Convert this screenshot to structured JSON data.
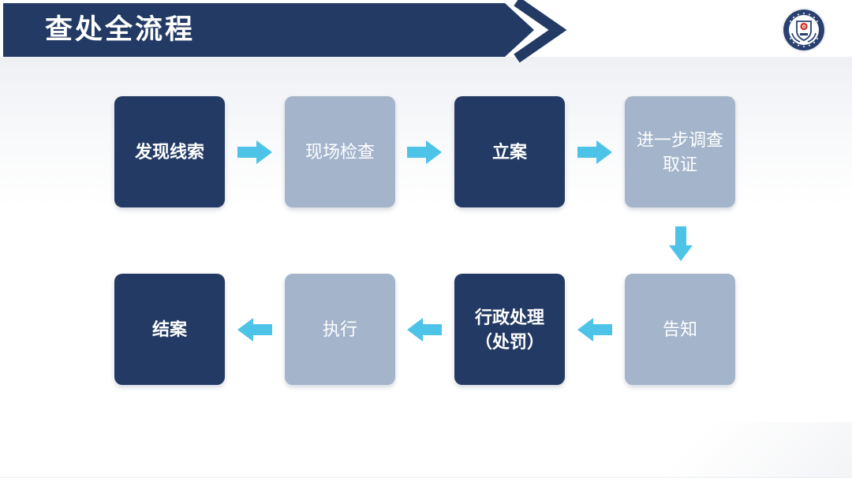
{
  "header": {
    "title": "查处全流程"
  },
  "logo": {
    "name": "market-supervision-agency-badge",
    "ring_color": "#2a4070",
    "emblem_color": "#d43226"
  },
  "flow": {
    "steps": [
      {
        "label": "发现线索",
        "variant": "dark"
      },
      {
        "label": "现场检查",
        "variant": "light"
      },
      {
        "label": "立案",
        "variant": "dark"
      },
      {
        "label": "进一步调查\n取证",
        "variant": "light"
      },
      {
        "label": "告知",
        "variant": "light"
      },
      {
        "label": "行政处理\n（处罚）",
        "variant": "dark"
      },
      {
        "label": "执行",
        "variant": "light"
      },
      {
        "label": "结案",
        "variant": "dark"
      }
    ],
    "order_note": "top row flows left-to-right, then down, bottom row flows right-to-left"
  },
  "colors": {
    "header_bar": "#223a64",
    "dark_box": "#223a64",
    "light_box": "#a3b4cb",
    "arrow": "#4ec3e8",
    "background_shade": "#eef0f4",
    "text": "#ffffff"
  }
}
